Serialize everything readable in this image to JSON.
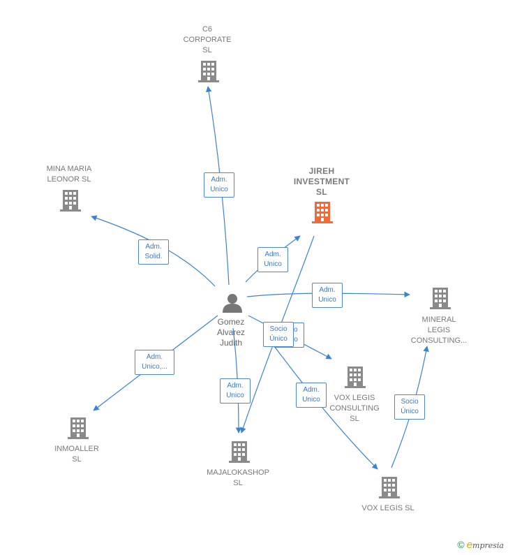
{
  "colors": {
    "edge": "#3a82d6",
    "building": "#8a8a8a",
    "focus_building": "#f26a3a",
    "person": "#777777"
  },
  "nodes": {
    "c6": {
      "label": "C6\nCORPORATE\nSL",
      "icon": "building-icon"
    },
    "mina": {
      "label": "MINA MARIA\nLEONOR SL",
      "icon": "building-icon"
    },
    "jireh": {
      "label": "JIREH\nINVESTMENT\nSL",
      "icon": "building-icon"
    },
    "mineral": {
      "label": "MINERAL\nLEGIS\nCONSULTING...",
      "icon": "building-icon"
    },
    "voxcons": {
      "label": "VOX LEGIS\nCONSULTING\nSL",
      "icon": "building-icon"
    },
    "inmoaller": {
      "label": "INMOALLER\nSL",
      "icon": "building-icon"
    },
    "majalok": {
      "label": "MAJALOKASHOP\nSL",
      "icon": "building-icon"
    },
    "voxlegis": {
      "label": "VOX LEGIS  SL",
      "icon": "building-icon"
    },
    "person": {
      "label": "Gomez\nAlvarez\nJudith",
      "icon": "person-icon"
    }
  },
  "edge_labels": {
    "to_c6": "Adm.\nUnico",
    "to_mina": "Adm.\nSolid.",
    "to_jireh": "Adm.\nUnico",
    "to_mineral": "Adm.\nUnico",
    "jireh_socio_front": "Socio\nÚnico",
    "jireh_socio_back": "Socio\nÚnico",
    "to_inmoaller": "Adm.\nUnico,...",
    "to_majalok": "Adm.\nUnico",
    "to_voxlegis": "Adm.\nUnico",
    "voxlegis_to_mineral": "Socio\nÚnico"
  },
  "footer": {
    "copyright": "©",
    "brand_initial": "e",
    "brand_rest": "mpresia"
  }
}
